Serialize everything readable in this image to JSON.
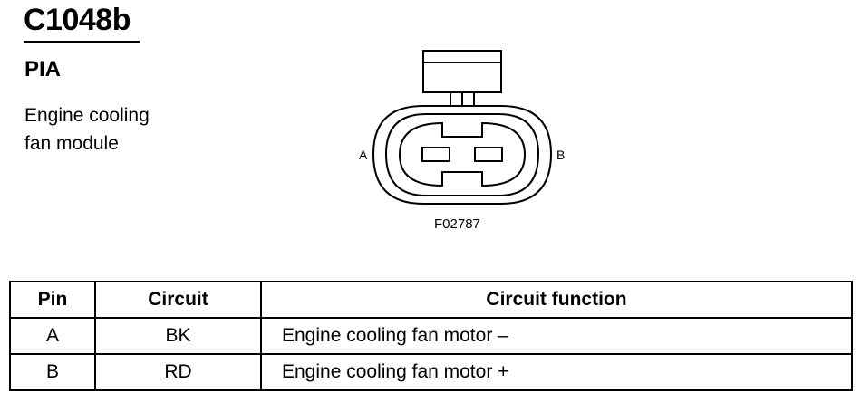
{
  "connector": {
    "id": "C1048b",
    "code": "PIA",
    "description": "Engine cooling\nfan module",
    "figure_id": "F02787",
    "pin_labels": [
      "A",
      "B"
    ]
  },
  "table": {
    "headers": [
      "Pin",
      "Circuit",
      "Circuit function"
    ],
    "rows": [
      {
        "pin": "A",
        "circuit": "BK",
        "function": "Engine cooling fan motor –"
      },
      {
        "pin": "B",
        "circuit": "RD",
        "function": "Engine cooling fan motor +"
      }
    ]
  }
}
